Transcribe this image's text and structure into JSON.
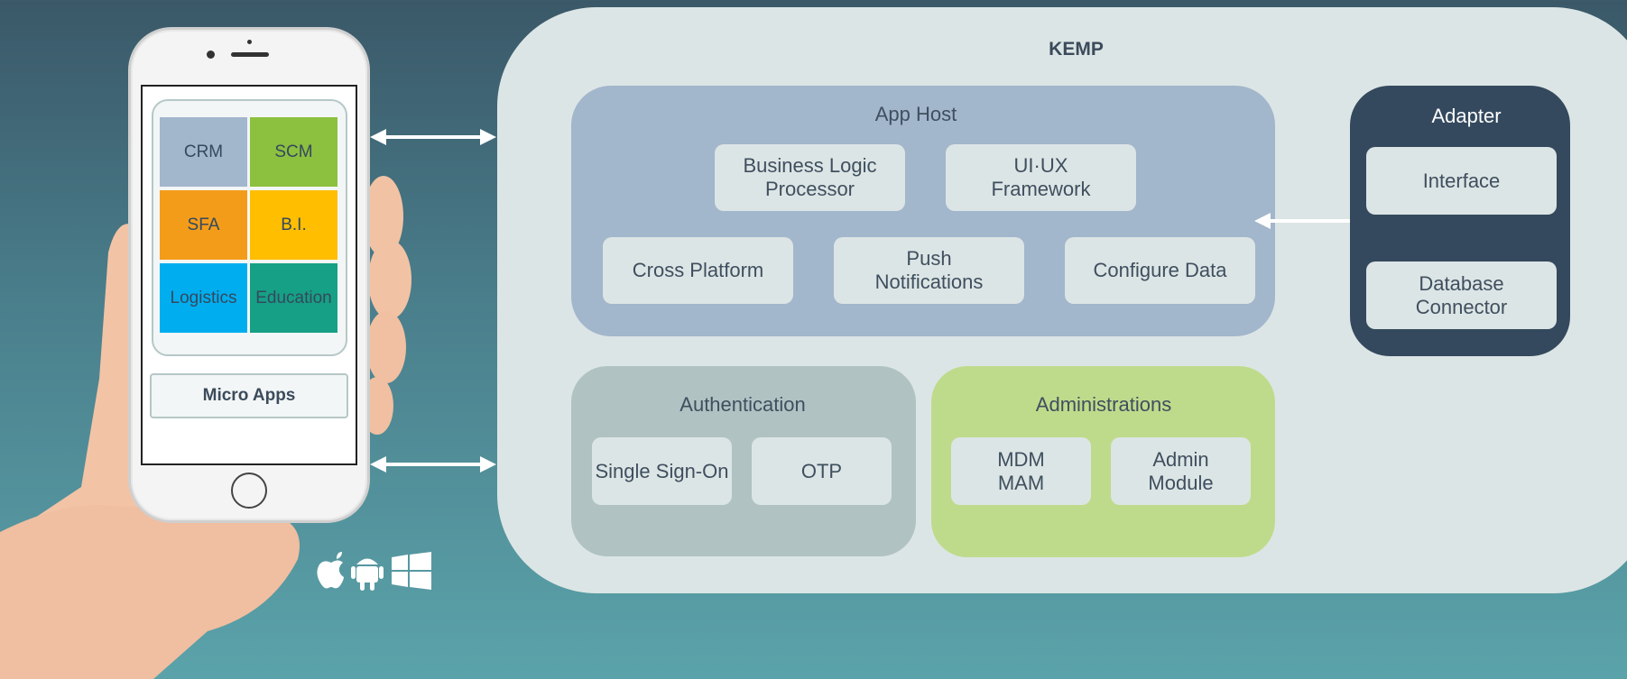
{
  "diagram": {
    "kemp_title": "KEMP",
    "app_host": {
      "title": "App Host",
      "items": [
        "Business Logic\nProcessor",
        "UI·UX\nFramework",
        "Cross Platform",
        "Push\nNotifications",
        "Configure Data"
      ]
    },
    "authentication": {
      "title": "Authentication",
      "items": [
        "Single Sign-On",
        "OTP"
      ]
    },
    "administrations": {
      "title": "Administrations",
      "items": [
        "MDM\nMAM",
        "Admin\nModule"
      ]
    },
    "adapter": {
      "title": "Adapter",
      "items": [
        "Interface",
        "Database\nConnector"
      ]
    },
    "phone": {
      "tiles": [
        {
          "label": "CRM",
          "color": "#a2b6cc"
        },
        {
          "label": "SCM",
          "color": "#8cc03f"
        },
        {
          "label": "SFA",
          "color": "#f39c1a"
        },
        {
          "label": "B.I.",
          "color": "#ffbe00"
        },
        {
          "label": "Logistics",
          "color": "#00aeef"
        },
        {
          "label": "Education",
          "color": "#16a085"
        }
      ],
      "micro_apps_label": "Micro Apps"
    },
    "platform_icons": [
      "apple-icon",
      "android-icon",
      "windows-icon"
    ],
    "colors": {
      "kemp_bg": "#dce5e5",
      "app_host_bg": "#a2b6cc",
      "auth_bg": "#b0c2c2",
      "admin_bg": "#bedb8c",
      "adapter_bg": "#34495e"
    }
  }
}
